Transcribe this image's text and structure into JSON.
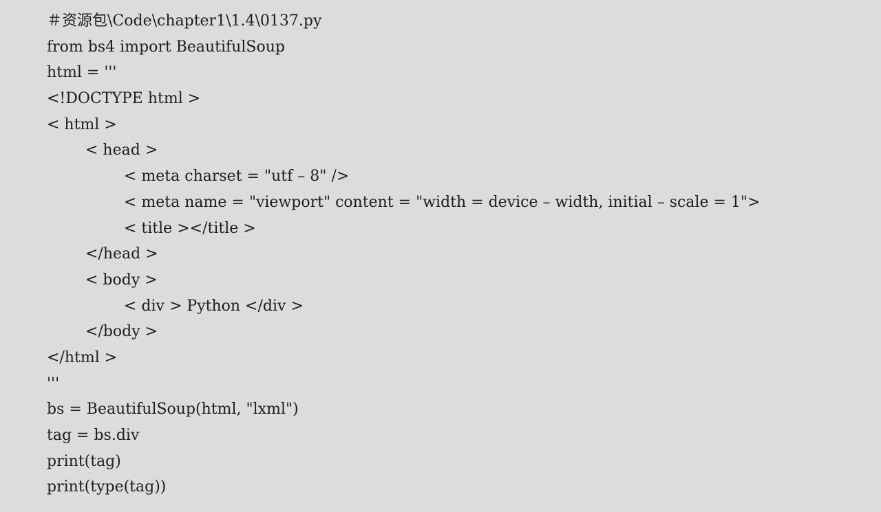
{
  "code_block": {
    "lines": [
      {
        "indent": 0,
        "text": "＃资源包\\Code\\chapter1\\1.4\\0137.py"
      },
      {
        "indent": 0,
        "text": "from bs4 import BeautifulSoup"
      },
      {
        "indent": 0,
        "text": "html = '''"
      },
      {
        "indent": 0,
        "text": "<!DOCTYPE html >"
      },
      {
        "indent": 0,
        "text": "< html >"
      },
      {
        "indent": 1,
        "text": "< head >"
      },
      {
        "indent": 2,
        "text": "< meta charset = \"utf – 8\" />"
      },
      {
        "indent": 2,
        "text": "< meta name = \"viewport\" content = \"width = device – width, initial – scale = 1\">"
      },
      {
        "indent": 2,
        "text": "< title ></title >"
      },
      {
        "indent": 1,
        "text": "</head >"
      },
      {
        "indent": 1,
        "text": "< body >"
      },
      {
        "indent": 2,
        "text": "< div > Python </div >"
      },
      {
        "indent": 1,
        "text": "</body >"
      },
      {
        "indent": 0,
        "text": "</html >"
      },
      {
        "indent": 0,
        "text": "'''"
      },
      {
        "indent": 0,
        "text": "bs = BeautifulSoup(html, \"lxml\")"
      },
      {
        "indent": 0,
        "text": "tag = bs.div"
      },
      {
        "indent": 0,
        "text": "print(tag)"
      },
      {
        "indent": 0,
        "text": "print(type(tag))"
      }
    ]
  }
}
